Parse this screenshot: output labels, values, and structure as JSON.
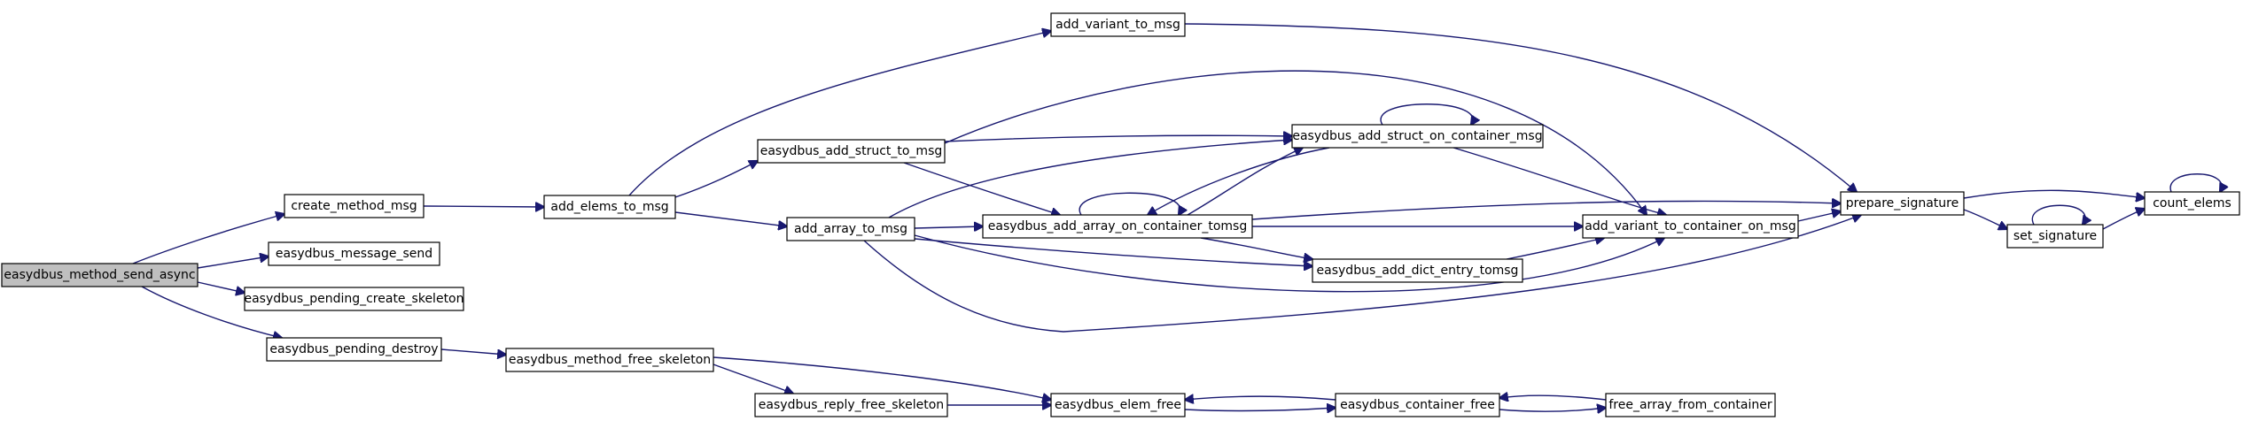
{
  "colors": {
    "edge": "#191970",
    "root_fill": "#bfbfbf",
    "node_fill": "#ffffff",
    "node_border": "#000000"
  },
  "nodes": {
    "n0": {
      "label": "easydbus_method_send_async"
    },
    "n1": {
      "label": "create_method_msg"
    },
    "n2": {
      "label": "easydbus_message_send"
    },
    "n3": {
      "label": "easydbus_pending_create_skeleton"
    },
    "n4": {
      "label": "easydbus_pending_destroy"
    },
    "n5": {
      "label": "add_elems_to_msg"
    },
    "n6": {
      "label": "add_variant_to_msg"
    },
    "n7": {
      "label": "easydbus_add_struct_to_msg"
    },
    "n8": {
      "label": "add_array_to_msg"
    },
    "n9": {
      "label": "easydbus_add_struct_on_container_msg"
    },
    "n10": {
      "label": "easydbus_add_array_on_container_tomsg"
    },
    "n11": {
      "label": "easydbus_add_dict_entry_tomsg"
    },
    "n12": {
      "label": "add_variant_to_container_on_msg"
    },
    "n13": {
      "label": "prepare_signature"
    },
    "n14": {
      "label": "set_signature"
    },
    "n15": {
      "label": "count_elems"
    },
    "n16": {
      "label": "easydbus_method_free_skeleton"
    },
    "n17": {
      "label": "easydbus_reply_free_skeleton"
    },
    "n18": {
      "label": "easydbus_elem_free"
    },
    "n19": {
      "label": "easydbus_container_free"
    },
    "n20": {
      "label": "free_array_from_container"
    }
  },
  "edges": [
    {
      "from": "n0",
      "to": "n1"
    },
    {
      "from": "n0",
      "to": "n2"
    },
    {
      "from": "n0",
      "to": "n3"
    },
    {
      "from": "n0",
      "to": "n4"
    },
    {
      "from": "n1",
      "to": "n5"
    },
    {
      "from": "n5",
      "to": "n6"
    },
    {
      "from": "n5",
      "to": "n7"
    },
    {
      "from": "n5",
      "to": "n8"
    },
    {
      "from": "n6",
      "to": "n13"
    },
    {
      "from": "n7",
      "to": "n9"
    },
    {
      "from": "n7",
      "to": "n10"
    },
    {
      "from": "n7",
      "to": "n12"
    },
    {
      "from": "n8",
      "to": "n9"
    },
    {
      "from": "n8",
      "to": "n10"
    },
    {
      "from": "n8",
      "to": "n11"
    },
    {
      "from": "n8",
      "to": "n12"
    },
    {
      "from": "n8",
      "to": "n13"
    },
    {
      "from": "n9",
      "to": "n9"
    },
    {
      "from": "n9",
      "to": "n10"
    },
    {
      "from": "n9",
      "to": "n12"
    },
    {
      "from": "n10",
      "to": "n9"
    },
    {
      "from": "n10",
      "to": "n10"
    },
    {
      "from": "n10",
      "to": "n11"
    },
    {
      "from": "n10",
      "to": "n12"
    },
    {
      "from": "n10",
      "to": "n13"
    },
    {
      "from": "n11",
      "to": "n12"
    },
    {
      "from": "n12",
      "to": "n13"
    },
    {
      "from": "n13",
      "to": "n14"
    },
    {
      "from": "n13",
      "to": "n15"
    },
    {
      "from": "n14",
      "to": "n14"
    },
    {
      "from": "n14",
      "to": "n15"
    },
    {
      "from": "n15",
      "to": "n15"
    },
    {
      "from": "n4",
      "to": "n16"
    },
    {
      "from": "n16",
      "to": "n17"
    },
    {
      "from": "n16",
      "to": "n18"
    },
    {
      "from": "n17",
      "to": "n18"
    },
    {
      "from": "n18",
      "to": "n19"
    },
    {
      "from": "n19",
      "to": "n18"
    },
    {
      "from": "n19",
      "to": "n20"
    },
    {
      "from": "n20",
      "to": "n19"
    }
  ]
}
